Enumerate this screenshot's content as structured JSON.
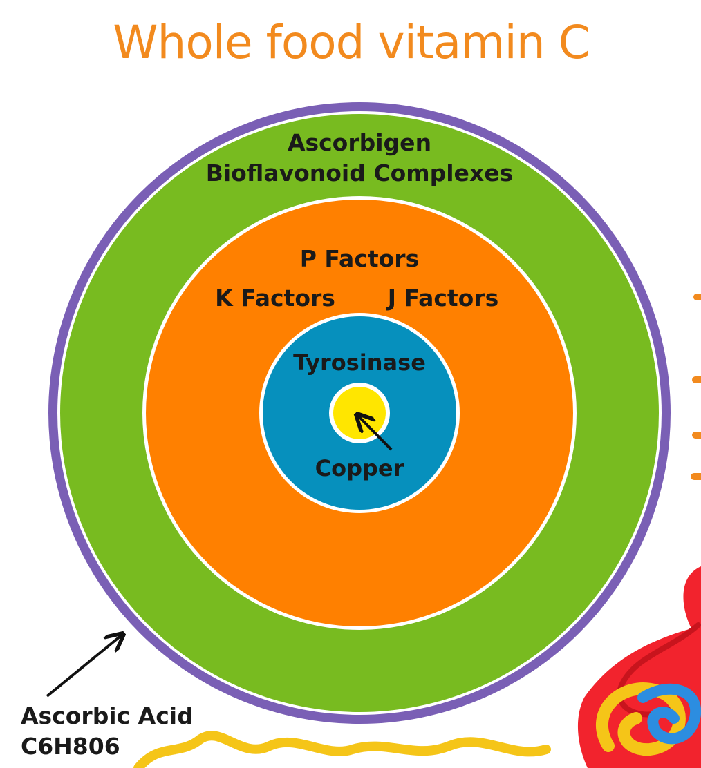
{
  "title": "Whole food vitamin C",
  "layers": {
    "outer_ring": {
      "line1": "Ascorbigen",
      "line2": "Bioflavonoid Complexes"
    },
    "middle_ring": {
      "top": "P Factors",
      "left": "K Factors",
      "right": "J Factors"
    },
    "inner_ring": {
      "top": "Tyrosinase",
      "bottom": "Copper"
    }
  },
  "callout": {
    "line1": "Ascorbic Acid",
    "line2": "C6H806"
  },
  "colors": {
    "title": "#f28a1e",
    "outer_border": "#7a5fb5",
    "green": "#78bb20",
    "orange": "#ff8000",
    "blue": "#0690bd",
    "yellow": "#ffe600",
    "label": "#1a1a1a",
    "squiggle_red": "#f2232d",
    "squiggle_yellow": "#f5c518",
    "squiggle_blue": "#2c8de0"
  }
}
